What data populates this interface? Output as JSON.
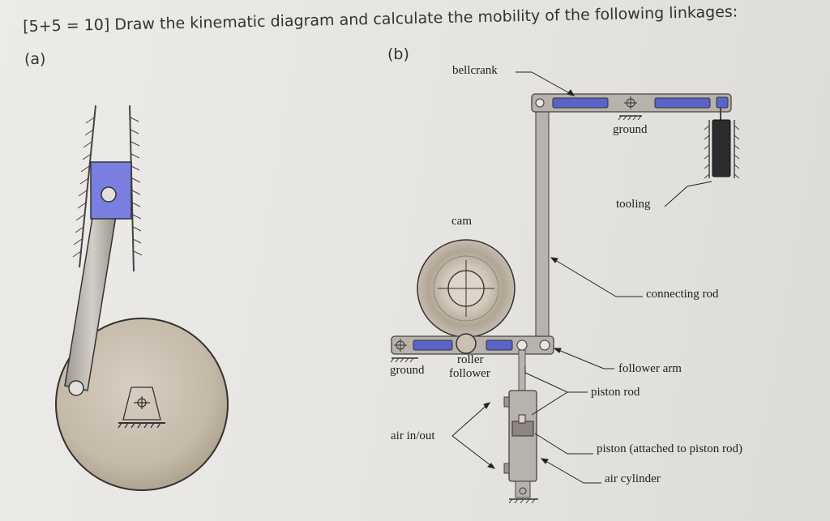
{
  "question": "[5+5 = 10] Draw the kinematic diagram and calculate the mobility of the following linkages:",
  "part_a": "(a)",
  "part_b": "(b)",
  "labels": {
    "bellcrank": "bellcrank",
    "ground_top": "ground",
    "tooling": "tooling",
    "cam": "cam",
    "connecting_rod": "connecting rod",
    "ground_left": "ground",
    "roller": "roller",
    "follower": "follower",
    "follower_arm": "follower arm",
    "piston_rod": "piston rod",
    "air_in_out": "air in/out",
    "piston": "piston (attached to piston rod)",
    "air_cylinder": "air cylinder"
  },
  "colors": {
    "link_blue": "#5b63c9",
    "slider_blue": "#7a7ee0",
    "disk": "#c9beae",
    "rod": "#b8b3ac",
    "ink": "#2b2b2b"
  }
}
